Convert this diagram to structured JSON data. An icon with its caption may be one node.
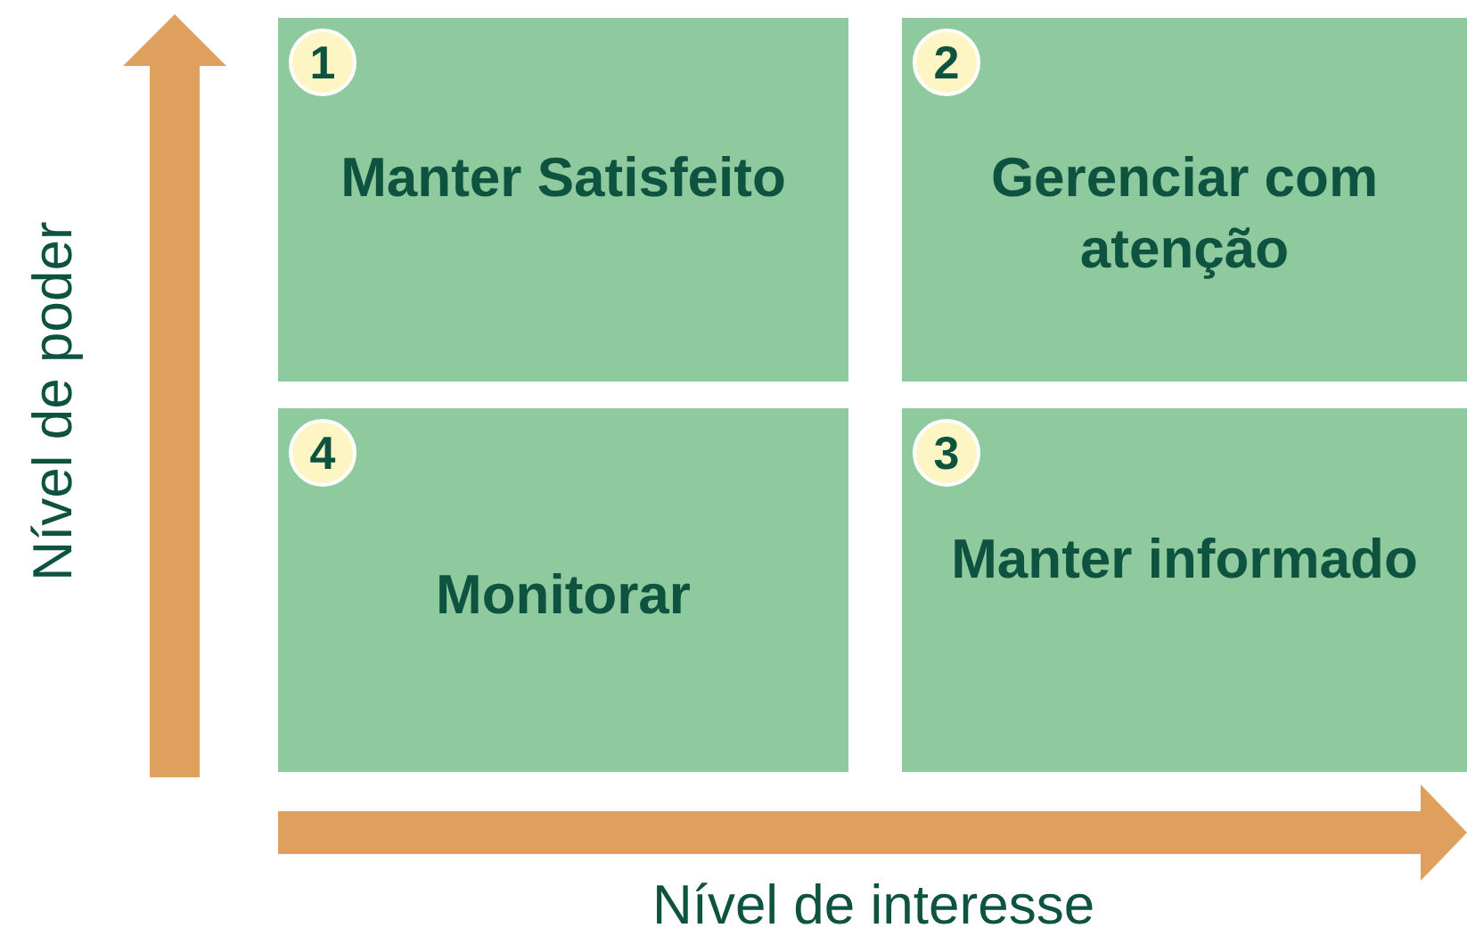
{
  "diagram": {
    "nodes": [
      {
        "text": [
          "1",
          "Manter Satisfeito"
        ]
      },
      {
        "text": [
          "2",
          "Gerenciar com atenção"
        ]
      },
      {
        "text": [
          "4",
          "Monitorar"
        ]
      },
      {
        "text": [
          "3",
          "Manter informado"
        ]
      }
    ],
    "labels": [
      "Nível de poder",
      "Nível de interesse"
    ]
  }
}
